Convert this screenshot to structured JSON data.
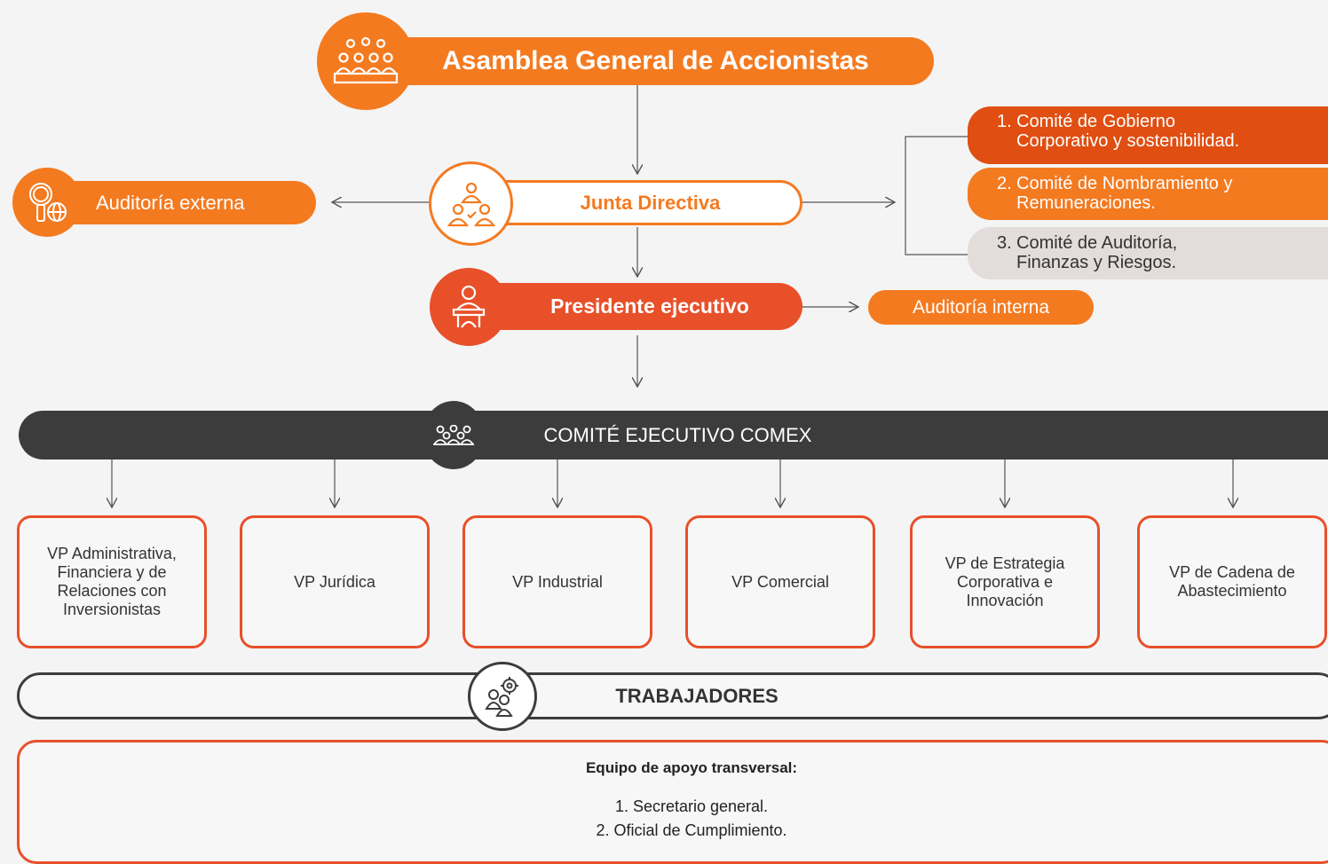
{
  "assembly": {
    "label": "Asamblea General de Accionistas",
    "icon": "assembly-people-icon"
  },
  "board": {
    "label": "Junta Directiva",
    "icon": "board-meeting-icon"
  },
  "external_audit": {
    "label": "Auditoría externa",
    "icon": "magnifier-globe-icon"
  },
  "committees": [
    {
      "number": "1.",
      "line1": "Comité de Gobierno",
      "line2": "Corporativo y sostenibilidad."
    },
    {
      "number": "2.",
      "line1": "Comité de Nombramiento y",
      "line2": "Remuneraciones."
    },
    {
      "number": "3.",
      "line1": "Comité de Auditoría,",
      "line2": "Finanzas y Riesgos."
    }
  ],
  "president": {
    "label": "Presidente ejecutivo",
    "icon": "speaker-podium-icon"
  },
  "internal_audit": {
    "label": "Auditoría interna"
  },
  "comex": {
    "label": "COMITÉ EJECUTIVO COMEX",
    "icon": "team-group-icon"
  },
  "vps": [
    {
      "label": "VP Administrativa, Financiera y de Relaciones con Inversionistas"
    },
    {
      "label": "VP Jurídica"
    },
    {
      "label": "VP Industrial"
    },
    {
      "label": "VP Comercial"
    },
    {
      "label": "VP de Estrategia Corporativa e Innovación"
    },
    {
      "label": "VP de Cadena de Abastecimiento"
    }
  ],
  "workers": {
    "label": "TRABAJADORES",
    "icon": "workers-gear-icon"
  },
  "support": {
    "title": "Equipo de apoyo transversal:",
    "items": [
      "1. Secretario general.",
      "2. Oficial de Cumplimiento."
    ]
  },
  "colors": {
    "orange": "#f47a20",
    "dark_orange": "#e8502a",
    "deep_orange": "#e04e12",
    "dark_gray": "#3c3c3c",
    "light_gray": "#e2dcda"
  }
}
